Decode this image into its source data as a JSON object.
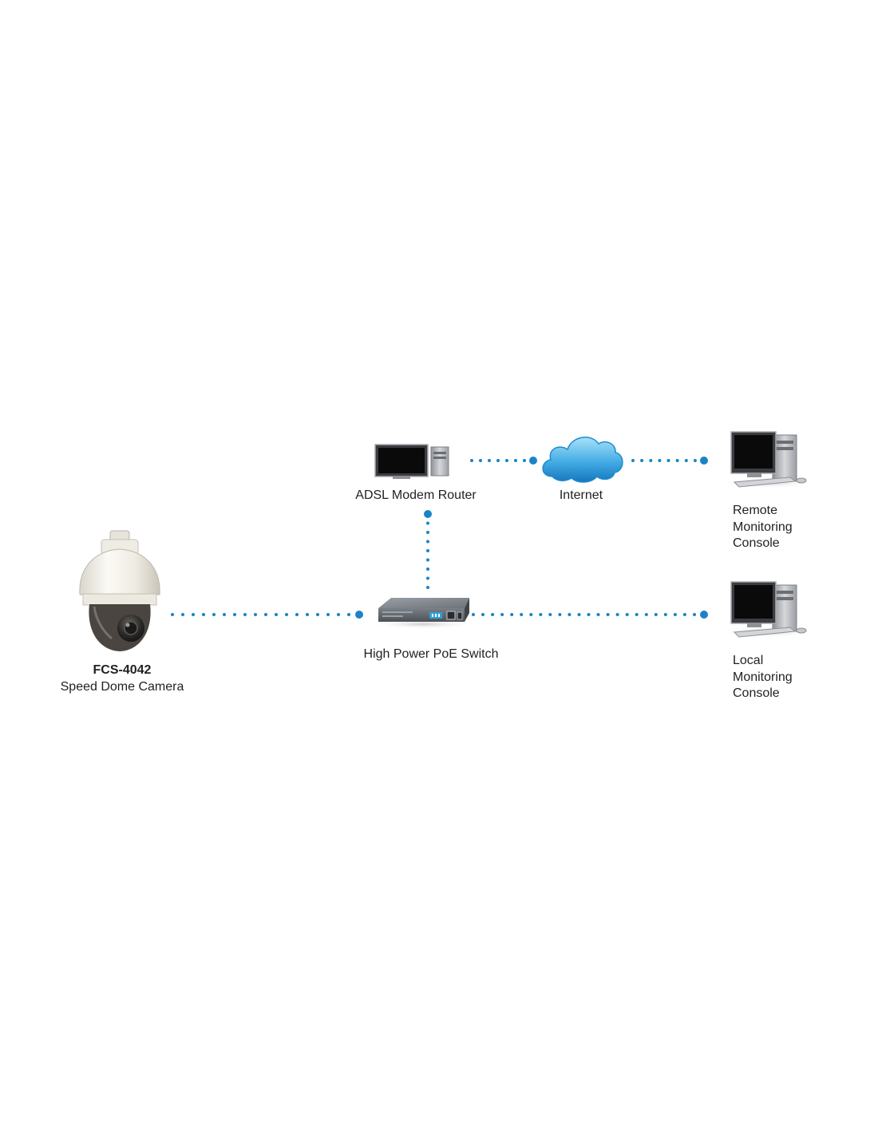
{
  "colors": {
    "link": "#1b83c5",
    "cloud_light": "#8fd3f3",
    "cloud_dark": "#1c8cd0",
    "screen": "#0a0a0a",
    "case": "#b7b9bc",
    "switch_body": "#6d7278"
  },
  "camera": {
    "icon": "speed-dome-camera-icon",
    "model": "FCS-4042",
    "name": "Speed Dome Camera"
  },
  "switch": {
    "icon": "poe-switch-icon",
    "label": "High Power PoE Switch"
  },
  "router": {
    "icon": "modem-router-computer-icon",
    "label": "ADSL Modem Router"
  },
  "internet": {
    "icon": "cloud-icon",
    "label": "Internet"
  },
  "remote_console": {
    "icon": "desktop-computer-icon",
    "lines": [
      "Remote",
      "Monitoring",
      "Console"
    ]
  },
  "local_console": {
    "icon": "desktop-computer-icon",
    "lines": [
      "Local",
      "Monitoring",
      "Console"
    ]
  }
}
